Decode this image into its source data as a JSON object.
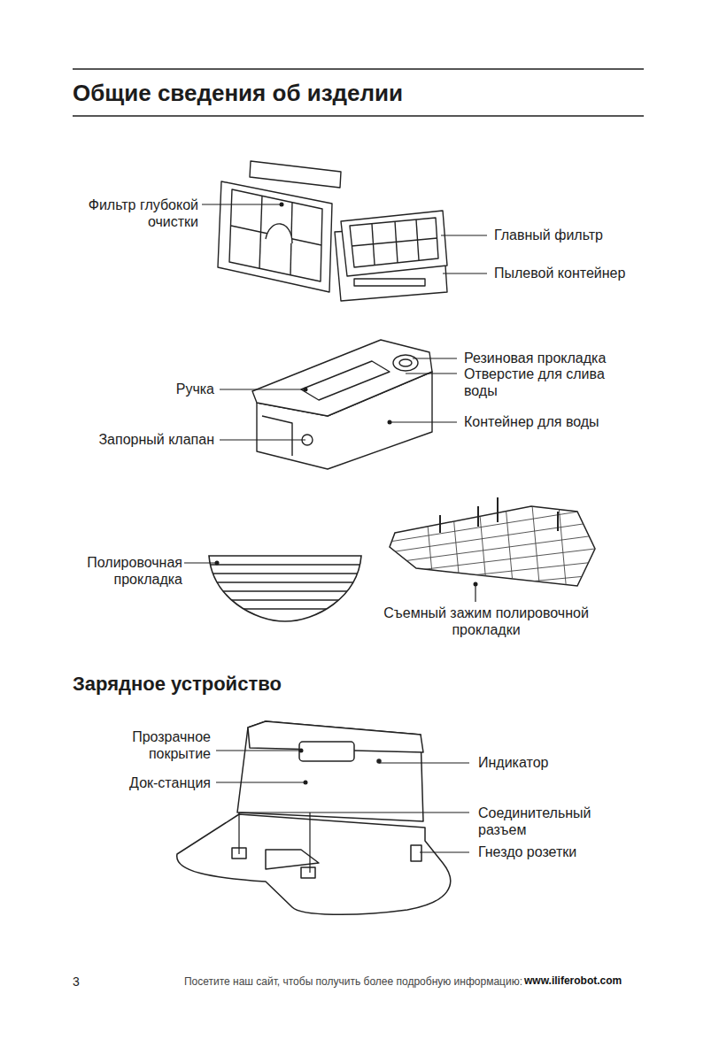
{
  "diagram": {
    "title": "Общие сведения об изделии",
    "labels": [
      "Фильтр глубокой очистки",
      "Главный фильтр",
      "Пылевой контейнер",
      "Резиновая прокладка",
      "Отверстие для слива воды",
      "Ручка",
      "Контейнер для воды",
      "Запорный клапан",
      "Полировочная прокладка",
      "Съемный зажим полировочной прокладки",
      "Зарядное устройство",
      "Прозрачное покрытие",
      "Индикатор",
      "Док-станция",
      "Соединительный разъем",
      "Гнездо розетки",
      "3",
      "Посетите наш сайт, чтобы получить более подробную информацию:",
      "www.iliferobot.com"
    ]
  }
}
